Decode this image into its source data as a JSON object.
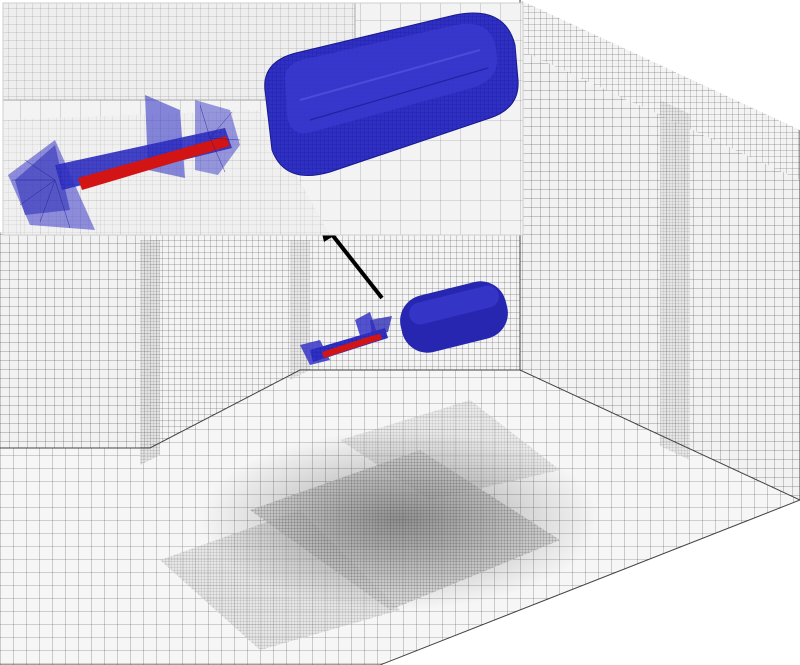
{
  "figure": {
    "background": "#ffffff",
    "colors": {
      "mesh_line": "#2a2a2a",
      "mesh_face": "#f2f2f2",
      "body_blue": "#2a2ab8",
      "body_blue_dark": "#1a1a8c",
      "blade_red": "#d21414",
      "arrow": "#000000",
      "inset_border": "#cfcfcf"
    },
    "components": [
      "background-mesh-domain",
      "refined-mesh-region",
      "blade-body",
      "blade-strip",
      "rounded-block-body",
      "zoom-arrow",
      "zoom-inset"
    ],
    "text_labels": []
  }
}
